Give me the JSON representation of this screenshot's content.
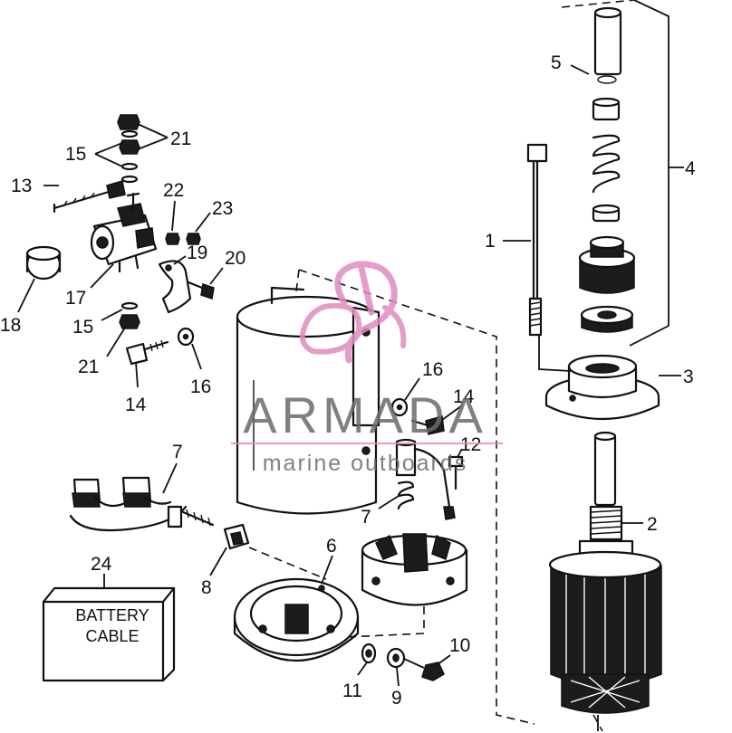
{
  "labels": {
    "p1": "1",
    "p2": "2",
    "p3": "3",
    "p4": "4",
    "p5": "5",
    "p6": "6",
    "p7a": "7",
    "p7b": "7",
    "p8": "8",
    "p9": "9",
    "p10": "10",
    "p11": "11",
    "p12": "12",
    "p13": "13",
    "p14a": "14",
    "p14b": "14",
    "p15a": "15",
    "p15b": "15",
    "p16a": "16",
    "p16b": "16",
    "p17": "17",
    "p18": "18",
    "p19": "19",
    "p20": "20",
    "p21a": "21",
    "p21b": "21",
    "p22": "22",
    "p23": "23",
    "p24": "24"
  },
  "battery_cable": {
    "line1": "BATTERY",
    "line2": "CABLE"
  },
  "watermark": {
    "brand": "ARMADA",
    "tagline": "marine outboards",
    "accent_color": "#e08cc0",
    "text_color": "#6b6b6b"
  },
  "colors": {
    "ink": "#111111",
    "background": "#ffffff"
  }
}
